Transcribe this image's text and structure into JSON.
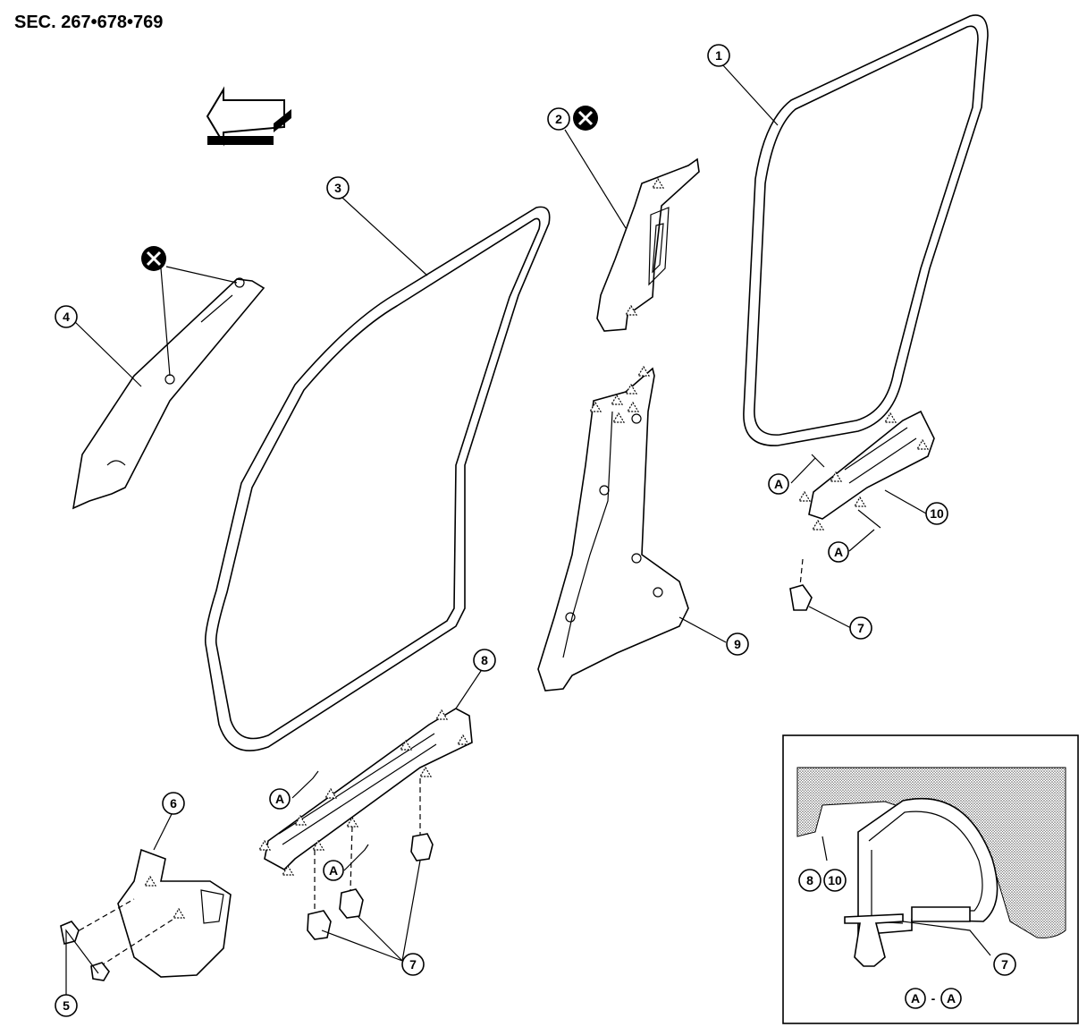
{
  "title": "SEC. 267•678•769",
  "callouts": {
    "c1": "1",
    "c2": "2",
    "c3": "3",
    "c4": "4",
    "c5": "5",
    "c6": "6",
    "c7": "7",
    "c8": "8",
    "c9": "9",
    "c10": "10"
  },
  "section_marker": "A",
  "section_view_label": {
    "left": "A",
    "sep": "-",
    "right": "A"
  },
  "inset_callouts": {
    "a": "8",
    "b": "10",
    "c": "7"
  },
  "icons": [
    "front-direction-arrow-icon",
    "do-not-reuse-icon"
  ],
  "colors": {
    "line": "#000000",
    "background": "#ffffff",
    "hatch": "#9a9a9a"
  }
}
